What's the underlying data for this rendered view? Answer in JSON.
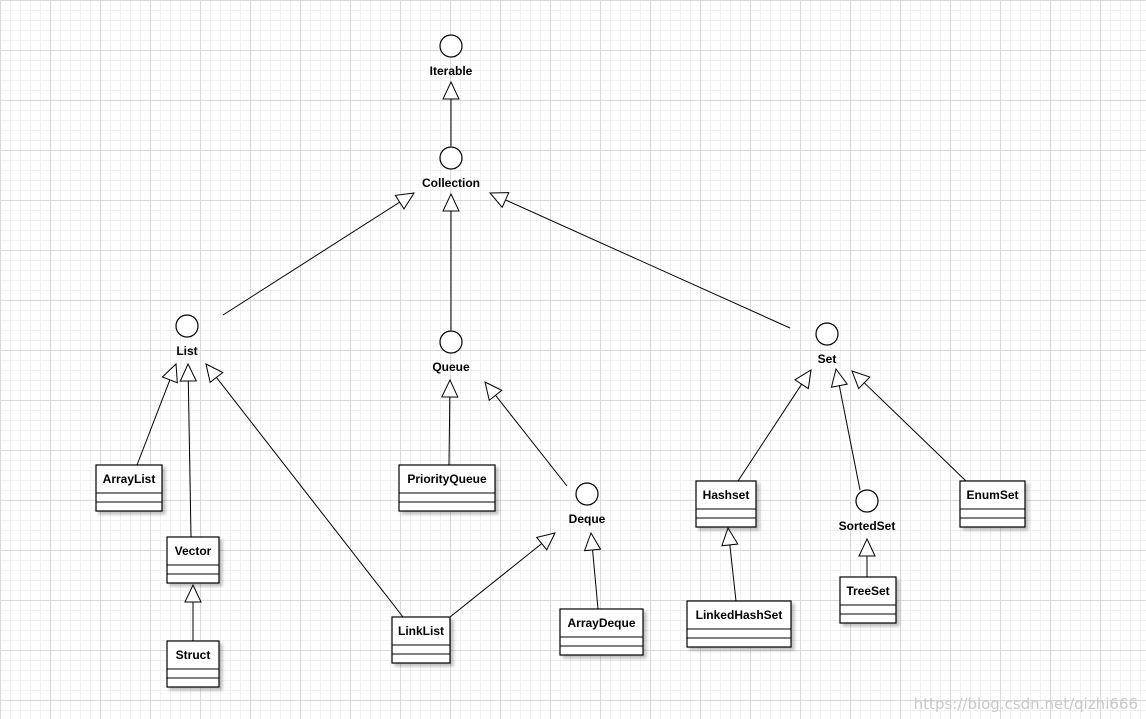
{
  "interfaces": [
    {
      "id": "iterable",
      "label": "Iterable"
    },
    {
      "id": "collection",
      "label": "Collection"
    },
    {
      "id": "list",
      "label": "List"
    },
    {
      "id": "queue",
      "label": "Queue"
    },
    {
      "id": "set",
      "label": "Set"
    },
    {
      "id": "deque",
      "label": "Deque"
    },
    {
      "id": "sortedset",
      "label": "SortedSet"
    }
  ],
  "classes": [
    {
      "id": "arraylist",
      "label": "ArrayList"
    },
    {
      "id": "vector",
      "label": "Vector"
    },
    {
      "id": "struct",
      "label": "Struct"
    },
    {
      "id": "linklist",
      "label": "LinkList"
    },
    {
      "id": "priorityqueue",
      "label": "PriorityQueue"
    },
    {
      "id": "arraydeque",
      "label": "ArrayDeque"
    },
    {
      "id": "hashset",
      "label": "Hashset"
    },
    {
      "id": "linkedhashset",
      "label": "LinkedHashSet"
    },
    {
      "id": "treeset",
      "label": "TreeSet"
    },
    {
      "id": "enumset",
      "label": "EnumSet"
    }
  ],
  "relations": [
    {
      "from": "collection",
      "to": "iterable"
    },
    {
      "from": "list",
      "to": "collection"
    },
    {
      "from": "queue",
      "to": "collection"
    },
    {
      "from": "set",
      "to": "collection"
    },
    {
      "from": "arraylist",
      "to": "list"
    },
    {
      "from": "vector",
      "to": "list"
    },
    {
      "from": "linklist",
      "to": "list"
    },
    {
      "from": "struct",
      "to": "vector"
    },
    {
      "from": "priorityqueue",
      "to": "queue"
    },
    {
      "from": "deque",
      "to": "queue"
    },
    {
      "from": "linklist",
      "to": "deque"
    },
    {
      "from": "arraydeque",
      "to": "deque"
    },
    {
      "from": "hashset",
      "to": "set"
    },
    {
      "from": "sortedset",
      "to": "set"
    },
    {
      "from": "enumset",
      "to": "set"
    },
    {
      "from": "linkedhashset",
      "to": "hashset"
    },
    {
      "from": "treeset",
      "to": "sortedset"
    }
  ],
  "watermark": "https://blog.csdn.net/qizhi666"
}
